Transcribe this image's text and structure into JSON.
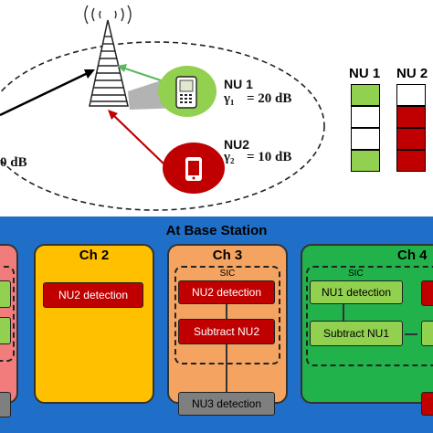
{
  "top": {
    "nu1": {
      "name": "NU 1",
      "gamma_sym": "γ₁",
      "gamma_value": "= 20 dB"
    },
    "nu2": {
      "name": "NU2",
      "gamma_sym": "γ₂",
      "gamma_value": "= 10 dB"
    },
    "left_cut_label": "0 dB",
    "indicators": {
      "nu1_label": "NU 1",
      "nu2_label": "NU 2"
    },
    "colors": {
      "nu1": "#92d050",
      "nu2": "#c00000",
      "tower": "#333333",
      "arrow_nu1": "#5cb85c",
      "arrow_nu2": "#c00000"
    }
  },
  "base_station": {
    "title": "At Base Station",
    "channels": [
      {
        "title": "",
        "color": "#f07c7c"
      },
      {
        "title": "Ch 2",
        "color": "#ffc000",
        "blocks": [
          "NU2 detection"
        ]
      },
      {
        "title": "Ch 3",
        "color": "#f4a460",
        "sic_label": "SIC",
        "blocks": [
          "NU2 detection",
          "Subtract NU2",
          "NU3 detection"
        ]
      },
      {
        "title": "Ch 4",
        "color": "#21b24b",
        "sic_label": "SIC",
        "blocks": [
          "NU1 detection",
          "Subtract NU1"
        ]
      }
    ],
    "panel_color": "#1f6fc8"
  }
}
